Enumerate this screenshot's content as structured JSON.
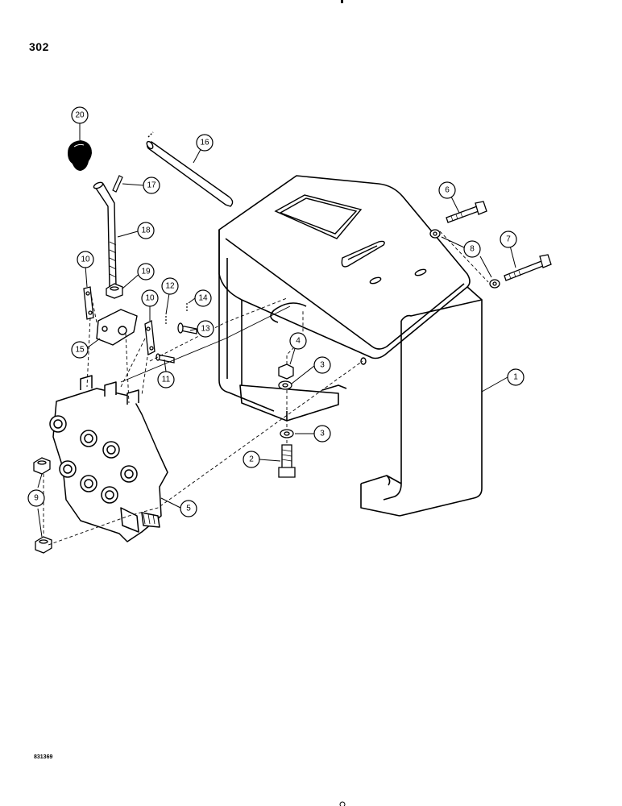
{
  "page_number": "302",
  "image_code": "831369",
  "callouts": [
    {
      "label": "1"
    },
    {
      "label": "2"
    },
    {
      "label": "3"
    },
    {
      "label": "3"
    },
    {
      "label": "4"
    },
    {
      "label": "5"
    },
    {
      "label": "6"
    },
    {
      "label": "7"
    },
    {
      "label": "8"
    },
    {
      "label": "9"
    },
    {
      "label": "10"
    },
    {
      "label": "10"
    },
    {
      "label": "11"
    },
    {
      "label": "12"
    },
    {
      "label": "13"
    },
    {
      "label": "14"
    },
    {
      "label": "15"
    },
    {
      "label": "16"
    },
    {
      "label": "17"
    },
    {
      "label": "18"
    },
    {
      "label": "19"
    },
    {
      "label": "20"
    }
  ]
}
